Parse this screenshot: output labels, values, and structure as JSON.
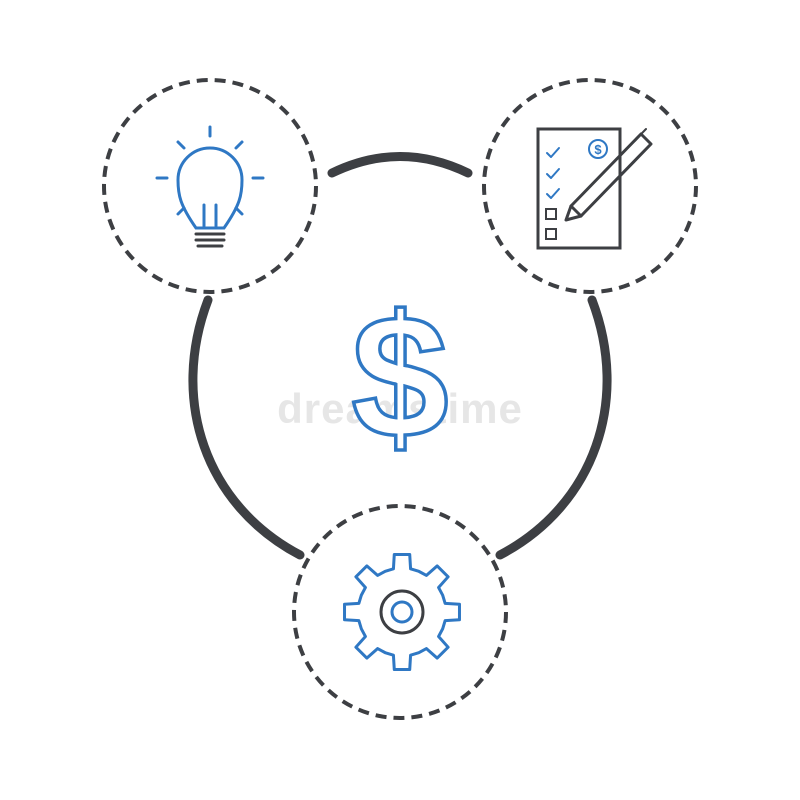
{
  "colors": {
    "outline": "#3d3f43",
    "accent": "#2f78c4",
    "background": "#ffffff",
    "watermark": "#e6e6e6"
  },
  "watermark": {
    "text": "dreamstime"
  },
  "center": {
    "icon": "dollar-sign-icon",
    "glyph": "$"
  },
  "nodes": [
    {
      "id": "idea",
      "icon": "lightbulb-icon"
    },
    {
      "id": "plan",
      "icon": "checklist-pen-icon",
      "badge_glyph": "$"
    },
    {
      "id": "process",
      "icon": "gear-icon"
    }
  ]
}
